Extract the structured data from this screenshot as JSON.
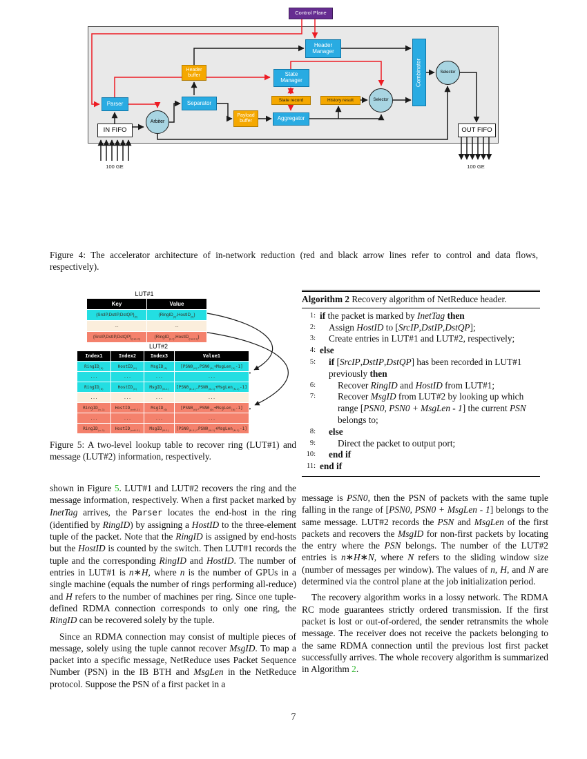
{
  "page": {
    "number": "7"
  },
  "colors": {
    "control_flow_red": "#ED1C24",
    "data_flow_black": "#1A1A1A",
    "link_green": "#2EB82E",
    "node_blue": "#29ABE2",
    "node_orange": "#F5A800",
    "node_purple": "#662D91",
    "row_cyan": "#23DEE2",
    "row_cream": "#FBEEDC",
    "row_salmon": "#F4816C"
  },
  "figure4": {
    "caption": "Figure 4: The accelerator architecture of in-network reduction (red and black arrow lines refer to control and data flows, respectively).",
    "nodes": {
      "control_plane": "Control Plane",
      "header_manager": "Header Manager",
      "header_buffer": "Header buffer",
      "state_manager": "State Manager",
      "state_record": "State record",
      "history_result": "History result",
      "selector1": "Selector",
      "selector2": "Selector",
      "combinator": "Combinator",
      "parser": "Parser",
      "separator": "Separator",
      "payload_buffer": "Payload buffer",
      "aggregator": "Aggregator",
      "arbiter": "Arbiter",
      "in_fifo": "IN FIFO",
      "out_fifo": "OUT FIFO",
      "ge_left": "100 GE",
      "ge_right": "100 GE"
    }
  },
  "figure5": {
    "caption": "Figure 5: A two-level lookup table to recover ring (LUT#1) and message (LUT#2) information, respectively.",
    "lut1": {
      "title": "LUT#1",
      "headers": [
        "Key",
        "Value"
      ],
      "rows": [
        {
          "c": "cyan",
          "cells": [
            [
              {
                "t": "{SrcIP,DstIP,DstQP}"
              },
              {
                "t": "(0)",
                "sub": 1
              }
            ],
            [
              {
                "t": "{RingID"
              },
              {
                "t": "(0)",
                "sub": 1
              },
              {
                "t": ",HostID"
              },
              {
                "t": "(0)",
                "sub": 1
              },
              {
                "t": "}"
              }
            ]
          ]
        },
        {
          "c": "cream",
          "cells": [
            [
              {
                "t": "..."
              }
            ],
            [
              {
                "t": "..."
              }
            ]
          ]
        },
        {
          "c": "salmon",
          "cells": [
            [
              {
                "t": "{SrcIP,DstIP,DstQP}"
              },
              {
                "t": "(n∗H-1)",
                "sub": 1
              }
            ],
            [
              {
                "t": "{RingID"
              },
              {
                "t": "(n-1)",
                "sub": 1
              },
              {
                "t": ",HostID"
              },
              {
                "t": "(n∗H-1)",
                "sub": 1
              },
              {
                "t": "}"
              }
            ]
          ]
        }
      ]
    },
    "lut2": {
      "title": "LUT#2",
      "headers": [
        "Index1",
        "Index2",
        "Index3",
        "Value1"
      ],
      "rows": [
        {
          "c": "cyan",
          "cells": [
            [
              {
                "t": "RingID"
              },
              {
                "t": "(0)",
                "sub": 1
              }
            ],
            [
              {
                "t": "HostID"
              },
              {
                "t": "(0)",
                "sub": 1
              }
            ],
            [
              {
                "t": "MsgID"
              },
              {
                "t": "(0)",
                "sub": 1
              }
            ],
            [
              {
                "t": "[PSN0"
              },
              {
                "t": "(0)",
                "sub": 1
              },
              {
                "t": ",PSN0"
              },
              {
                "t": "(0)",
                "sub": 1
              },
              {
                "t": "+MsgLen"
              },
              {
                "t": "(0)",
                "sub": 1
              },
              {
                "t": "-1]"
              }
            ]
          ]
        },
        {
          "c": "cyan",
          "cells": [
            [
              {
                "t": "..."
              }
            ],
            [
              {
                "t": "..."
              }
            ],
            [
              {
                "t": "..."
              }
            ],
            [
              {
                "t": "..."
              }
            ]
          ]
        },
        {
          "c": "cyan",
          "cells": [
            [
              {
                "t": "RingID"
              },
              {
                "t": "(0)",
                "sub": 1
              }
            ],
            [
              {
                "t": "HostID"
              },
              {
                "t": "(0)",
                "sub": 1
              }
            ],
            [
              {
                "t": "MsgID"
              },
              {
                "t": "(N-1)",
                "sub": 1
              }
            ],
            [
              {
                "t": "[PSN0"
              },
              {
                "t": "(N-1)",
                "sub": 1
              },
              {
                "t": ",PSN0"
              },
              {
                "t": "(N-1)",
                "sub": 1
              },
              {
                "t": "+MsgLen"
              },
              {
                "t": "(N-1)",
                "sub": 1
              },
              {
                "t": "-1]"
              }
            ]
          ]
        },
        {
          "c": "cream",
          "cells": [
            [
              {
                "t": "..."
              }
            ],
            [
              {
                "t": "..."
              }
            ],
            [
              {
                "t": "..."
              }
            ],
            [
              {
                "t": "..."
              }
            ]
          ]
        },
        {
          "c": "salmon",
          "cells": [
            [
              {
                "t": "RingID"
              },
              {
                "t": "(n-1)",
                "sub": 1
              }
            ],
            [
              {
                "t": "HostID"
              },
              {
                "t": "(n∗H-1)",
                "sub": 1
              }
            ],
            [
              {
                "t": "MsgID"
              },
              {
                "t": "(0)",
                "sub": 1
              }
            ],
            [
              {
                "t": "[PSN0"
              },
              {
                "t": "(0)",
                "sub": 1
              },
              {
                "t": ",PSN0"
              },
              {
                "t": "(0)",
                "sub": 1
              },
              {
                "t": "+MsgLen"
              },
              {
                "t": "(0)",
                "sub": 1
              },
              {
                "t": "-1]"
              }
            ]
          ]
        },
        {
          "c": "salmon",
          "cells": [
            [
              {
                "t": "..."
              }
            ],
            [
              {
                "t": "..."
              }
            ],
            [
              {
                "t": "..."
              }
            ],
            [
              {
                "t": "..."
              }
            ]
          ]
        },
        {
          "c": "salmon",
          "cells": [
            [
              {
                "t": "RingID"
              },
              {
                "t": "(n-1)",
                "sub": 1
              }
            ],
            [
              {
                "t": "HostID"
              },
              {
                "t": "(n∗H-1)",
                "sub": 1
              }
            ],
            [
              {
                "t": "MsgID"
              },
              {
                "t": "(N-1)",
                "sub": 1
              }
            ],
            [
              {
                "t": "[PSN0"
              },
              {
                "t": "(N-1)",
                "sub": 1
              },
              {
                "t": ",PSN0"
              },
              {
                "t": "(N-1)",
                "sub": 1
              },
              {
                "t": "+MsgLen"
              },
              {
                "t": "(N-1)",
                "sub": 1
              },
              {
                "t": "-1]"
              }
            ]
          ]
        }
      ]
    }
  },
  "algorithm": {
    "title_bold": "Algorithm 2",
    "title_rest": " Recovery algorithm of NetReduce header.",
    "lines": [
      {
        "num": "1:",
        "indent": 0,
        "segments": [
          {
            "t": "if",
            "b": 1
          },
          {
            "t": " the packet is marked by "
          },
          {
            "t": "InetTag",
            "i": 1
          },
          {
            "t": " "
          },
          {
            "t": "then",
            "b": 1
          }
        ]
      },
      {
        "num": "2:",
        "indent": 1,
        "segments": [
          {
            "t": "Assign "
          },
          {
            "t": "HostID",
            "i": 1
          },
          {
            "t": " to ["
          },
          {
            "t": "SrcIP",
            "i": 1
          },
          {
            "t": ","
          },
          {
            "t": "DstIP",
            "i": 1
          },
          {
            "t": ","
          },
          {
            "t": "DstQP",
            "i": 1
          },
          {
            "t": "];"
          }
        ]
      },
      {
        "num": "3:",
        "indent": 1,
        "segments": [
          {
            "t": "Create entries in LUT#1 and LUT#2, respectively;"
          }
        ]
      },
      {
        "num": "4:",
        "indent": 0,
        "segments": [
          {
            "t": "else",
            "b": 1
          }
        ]
      },
      {
        "num": "5:",
        "indent": 1,
        "segments": [
          {
            "t": "if",
            "b": 1
          },
          {
            "t": " ["
          },
          {
            "t": "SrcIP",
            "i": 1
          },
          {
            "t": ","
          },
          {
            "t": "DstIP",
            "i": 1
          },
          {
            "t": ","
          },
          {
            "t": "DstQP",
            "i": 1
          },
          {
            "t": "] has been recorded in LUT#1 previously "
          },
          {
            "t": "then",
            "b": 1
          }
        ]
      },
      {
        "num": "6:",
        "indent": 2,
        "segments": [
          {
            "t": "Recover "
          },
          {
            "t": "RingID",
            "i": 1
          },
          {
            "t": " and "
          },
          {
            "t": "HostID",
            "i": 1
          },
          {
            "t": " from LUT#1;"
          }
        ]
      },
      {
        "num": "7:",
        "indent": 2,
        "segments": [
          {
            "t": "Recover "
          },
          {
            "t": "MsgID",
            "i": 1
          },
          {
            "t": " from LUT#2 by looking up which range ["
          },
          {
            "t": "PSN0, PSN0 + MsgLen - 1",
            "i": 1
          },
          {
            "t": "] the current "
          },
          {
            "t": "PSN",
            "i": 1
          },
          {
            "t": " belongs to;"
          }
        ]
      },
      {
        "num": "8:",
        "indent": 1,
        "segments": [
          {
            "t": "else",
            "b": 1
          }
        ]
      },
      {
        "num": "9:",
        "indent": 2,
        "segments": [
          {
            "t": "Direct the packet to output port;"
          }
        ]
      },
      {
        "num": "10:",
        "indent": 1,
        "segments": [
          {
            "t": "end if",
            "b": 1
          }
        ]
      },
      {
        "num": "11:",
        "indent": 0,
        "segments": [
          {
            "t": "end if",
            "b": 1
          }
        ]
      }
    ]
  },
  "columns": {
    "left": [
      {
        "indent": false,
        "segments": [
          {
            "t": "shown in Figure "
          },
          {
            "t": "5",
            "g": 1
          },
          {
            "t": ". LUT#1 and LUT#2 recovers the ring and the message information, respectively. When a first packet marked by "
          },
          {
            "t": "InetTag",
            "i": 1
          },
          {
            "t": " arrives, the "
          },
          {
            "t": "Parser",
            "m": 1
          },
          {
            "t": " locates the end-host in the ring (identified by "
          },
          {
            "t": "RingID",
            "i": 1
          },
          {
            "t": ") by assigning a "
          },
          {
            "t": "HostID",
            "i": 1
          },
          {
            "t": " to the three-element tuple of the packet. Note that the "
          },
          {
            "t": "RingID",
            "i": 1
          },
          {
            "t": " is assigned by end-hosts but the "
          },
          {
            "t": "HostID",
            "i": 1
          },
          {
            "t": " is counted by the switch. Then LUT#1 records the tuple and the corresponding "
          },
          {
            "t": "RingID",
            "i": 1
          },
          {
            "t": " and "
          },
          {
            "t": "HostID",
            "i": 1
          },
          {
            "t": ". The number of entries in LUT#1 is "
          },
          {
            "t": "n",
            "i": 1
          },
          {
            "t": "∗"
          },
          {
            "t": "H",
            "i": 1
          },
          {
            "t": ", where "
          },
          {
            "t": "n",
            "i": 1
          },
          {
            "t": " is the number of GPUs in a single machine (equals the number of rings performing all-reduce) and "
          },
          {
            "t": "H",
            "i": 1
          },
          {
            "t": " refers to the number of machines per ring. Since one tuple-defined RDMA connection corresponds to only one ring, the "
          },
          {
            "t": "RingID",
            "i": 1
          },
          {
            "t": " can be recovered solely by the tuple."
          }
        ]
      },
      {
        "indent": true,
        "segments": [
          {
            "t": "Since an RDMA connection may consist of multiple pieces of message, solely using the tuple cannot recover "
          },
          {
            "t": "MsgID",
            "i": 1
          },
          {
            "t": ". To map a packet into a specific message, NetReduce uses Packet Sequence Number (PSN) in the IB BTH and "
          },
          {
            "t": "MsgLen",
            "i": 1
          },
          {
            "t": " in the NetReduce protocol. Suppose the PSN of a first packet in a"
          }
        ]
      }
    ],
    "right": [
      {
        "indent": false,
        "segments": [
          {
            "t": "message is "
          },
          {
            "t": "PSN0",
            "i": 1
          },
          {
            "t": ", then the PSN of packets with the same tuple falling in the range of ["
          },
          {
            "t": "PSN0, PSN0 + MsgLen - 1",
            "i": 1
          },
          {
            "t": "] belongs to the same message. LUT#2 records the "
          },
          {
            "t": "PSN",
            "i": 1
          },
          {
            "t": " and "
          },
          {
            "t": "MsgLen",
            "i": 1
          },
          {
            "t": " of the first packets and recovers the "
          },
          {
            "t": "MsgID",
            "i": 1
          },
          {
            "t": " for non-first packets by locating the entry where the "
          },
          {
            "t": "PSN",
            "i": 1
          },
          {
            "t": " belongs. The number of the LUT#2 entries is "
          },
          {
            "t": "n",
            "i": 1
          },
          {
            "t": "∗"
          },
          {
            "t": "H",
            "i": 1
          },
          {
            "t": "∗"
          },
          {
            "t": "N",
            "i": 1
          },
          {
            "t": ", where "
          },
          {
            "t": "N",
            "i": 1
          },
          {
            "t": " refers to the sliding window size (number of messages per window). The values of "
          },
          {
            "t": "n",
            "i": 1
          },
          {
            "t": ", "
          },
          {
            "t": "H",
            "i": 1
          },
          {
            "t": ", and "
          },
          {
            "t": "N",
            "i": 1
          },
          {
            "t": " are determined via the control plane at the job initialization period."
          }
        ]
      },
      {
        "indent": true,
        "segments": [
          {
            "t": "The recovery algorithm works in a lossy network. The RDMA RC mode guarantees strictly ordered transmission. If the first packet is lost or out-of-ordered, the sender retransmits the whole message. The receiver does not receive the packets belonging to the same RDMA connection until the previous lost first packet successfully arrives. The whole recovery algorithm is summarized in Algorithm "
          },
          {
            "t": "2",
            "g": 1
          },
          {
            "t": "."
          }
        ]
      }
    ]
  }
}
